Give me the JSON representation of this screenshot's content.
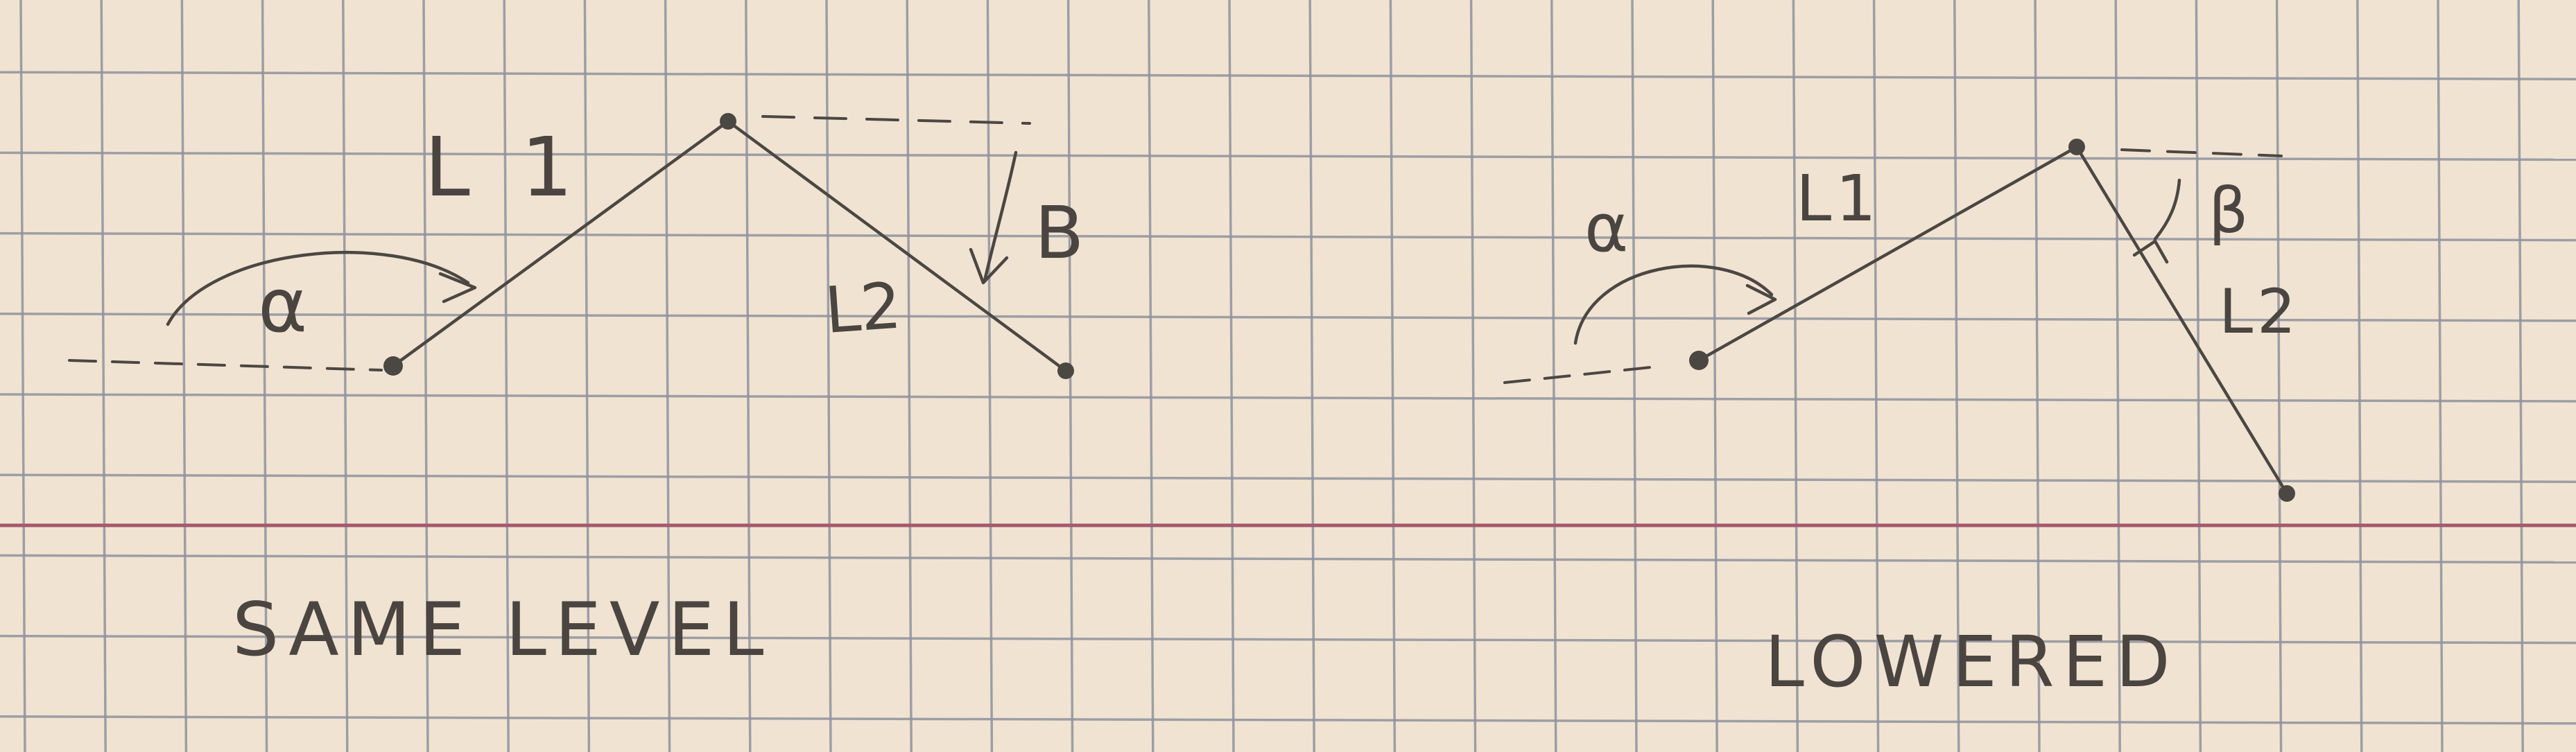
{
  "paper": {
    "background": "#f1e3d2",
    "grid_color": "#8f939c",
    "margin_line_color": "#a35a6b",
    "pencil_color": "#4b4742"
  },
  "left_diagram": {
    "link1_label": "L 1",
    "link2_label": "L2",
    "alpha_label": "α",
    "beta_label": "B",
    "caption": "SAME LEVEL"
  },
  "right_diagram": {
    "link1_label": "L1",
    "link2_label": "L2",
    "alpha_label": "α",
    "beta_label": "β",
    "caption": "LOWERED"
  }
}
